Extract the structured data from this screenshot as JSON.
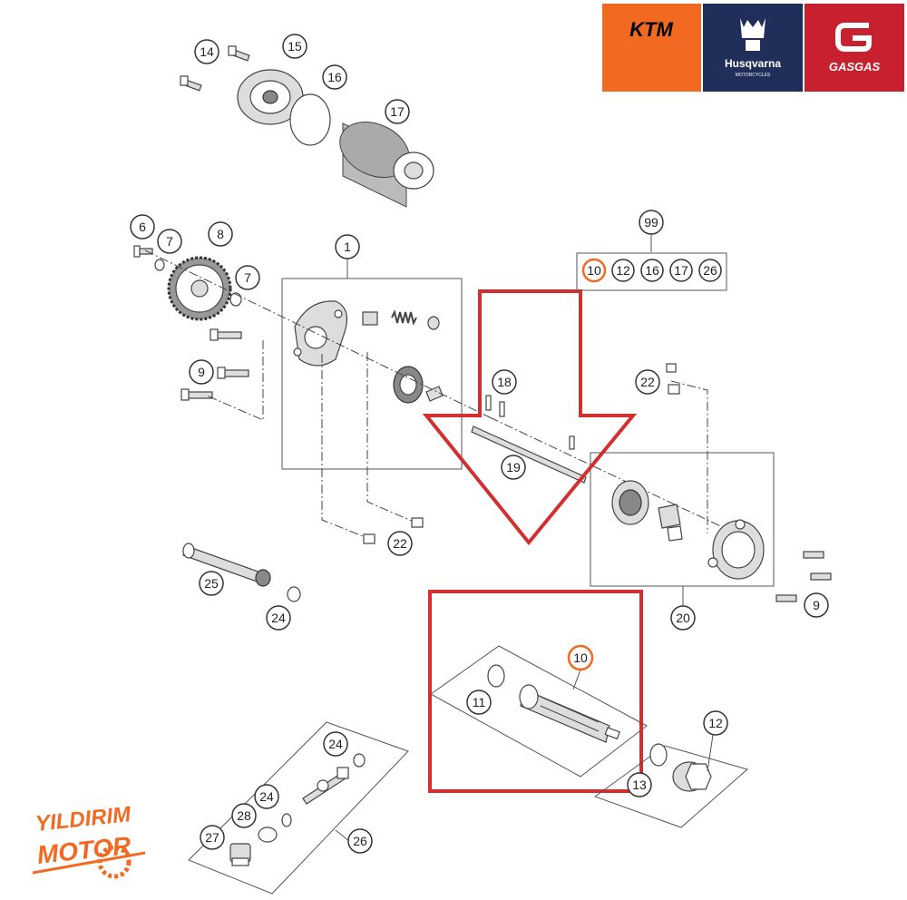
{
  "colors": {
    "ktm": "#f26a21",
    "husqvarna": "#1f2f5a",
    "gasgas": "#c8202f",
    "highlight_red": "#d32f2f",
    "highlight_orange": "#f26a21",
    "watermark": "#f26a21"
  },
  "brands": {
    "ktm": "KTM",
    "husqvarna": "Husqvarna",
    "husqvarna_sub": "MOTORCYCLES",
    "gasgas": "GASGAS"
  },
  "watermark": {
    "line1": "YILDIRIM",
    "line2": "MOTOR"
  },
  "callouts": {
    "c1": "1",
    "c6": "6",
    "c7a": "7",
    "c7b": "7",
    "c8": "8",
    "c9a": "9",
    "c9b": "9",
    "c10": "10",
    "c11": "11",
    "c12": "12",
    "c13": "13",
    "c14": "14",
    "c15": "15",
    "c16": "16",
    "c17": "17",
    "c18": "18",
    "c19": "19",
    "c20": "20",
    "c22a": "22",
    "c22b": "22",
    "c24a": "24",
    "c24b": "24",
    "c24c": "24",
    "c25": "25",
    "c26": "26",
    "c27": "27",
    "c28": "28",
    "c99": "99"
  },
  "kit_99": [
    "10",
    "12",
    "16",
    "17",
    "26"
  ],
  "icons": {
    "arrow": "down-arrow-icon",
    "ktm": "ktm-logo-icon",
    "husqvarna": "husqvarna-crown-icon",
    "gasgas": "gasgas-g-icon"
  }
}
